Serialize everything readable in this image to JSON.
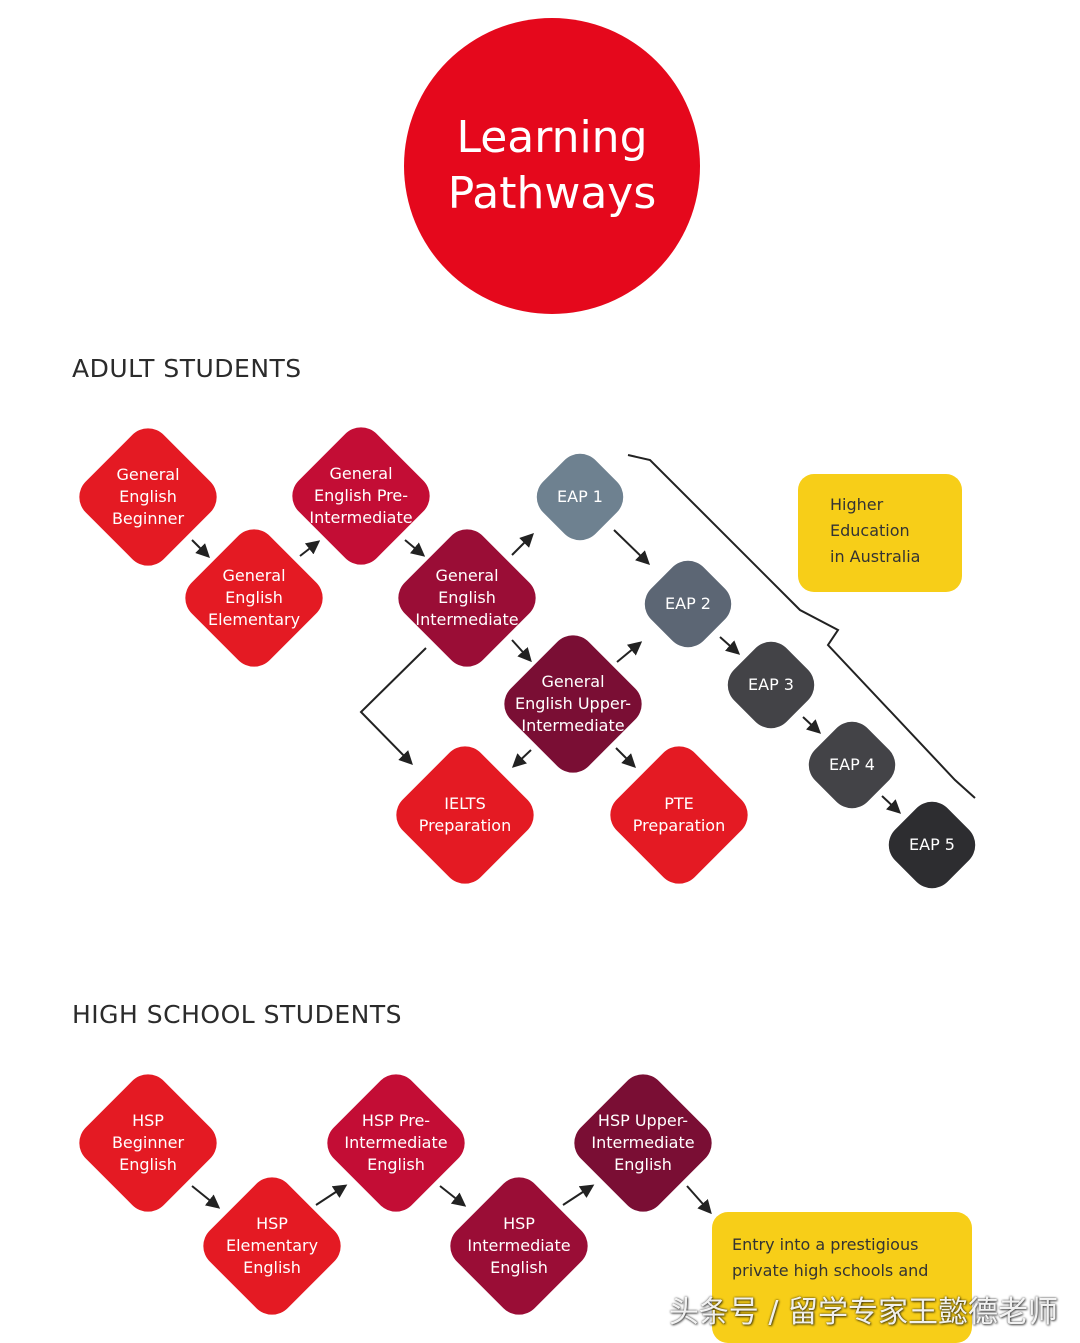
{
  "title": {
    "line1": "Learning",
    "line2": "Pathways"
  },
  "colors": {
    "title_red": "#e5081c",
    "red": "#e41a23",
    "crimson": "#c30d35",
    "maroon": "#9a0d36",
    "plum": "#7a0e34",
    "slate_light": "#6e8190",
    "slate": "#5c6674",
    "charcoal": "#434347",
    "dark": "#2d2d30",
    "yellow": "#f7ce18"
  },
  "adult": {
    "heading": "ADULT  STUDENTS",
    "nodes": [
      {
        "id": "ge-beginner",
        "label": "General\nEnglish\nBeginner",
        "color": "red"
      },
      {
        "id": "ge-elementary",
        "label": "General\nEnglish\nElementary",
        "color": "red"
      },
      {
        "id": "ge-pre-intermediate",
        "label": "General\nEnglish Pre-\nIntermediate",
        "color": "crimson"
      },
      {
        "id": "ge-intermediate",
        "label": "General\nEnglish\nIntermediate",
        "color": "maroon"
      },
      {
        "id": "ge-upper-intermediate",
        "label": "General\nEnglish Upper-\nIntermediate",
        "color": "plum"
      },
      {
        "id": "ielts",
        "label": "IELTS\nPreparation",
        "color": "red"
      },
      {
        "id": "pte",
        "label": "PTE\nPreparation",
        "color": "red"
      },
      {
        "id": "eap1",
        "label": "EAP 1",
        "color": "slate_light"
      },
      {
        "id": "eap2",
        "label": "EAP 2",
        "color": "slate"
      },
      {
        "id": "eap3",
        "label": "EAP 3",
        "color": "charcoal"
      },
      {
        "id": "eap4",
        "label": "EAP 4",
        "color": "charcoal"
      },
      {
        "id": "eap5",
        "label": "EAP 5",
        "color": "dark"
      }
    ],
    "outcome": "Higher\nEducation\nin Australia"
  },
  "high_school": {
    "heading": "HIGH SCHOOL STUDENTS",
    "nodes": [
      {
        "id": "hsp-beginner",
        "label": "HSP\nBeginner\nEnglish",
        "color": "red"
      },
      {
        "id": "hsp-elementary",
        "label": "HSP\nElementary\nEnglish",
        "color": "red"
      },
      {
        "id": "hsp-pre-intermediate",
        "label": "HSP Pre-\nIntermediate\nEnglish",
        "color": "crimson"
      },
      {
        "id": "hsp-intermediate",
        "label": "HSP\nIntermediate\nEnglish",
        "color": "maroon"
      },
      {
        "id": "hsp-upper-intermediate",
        "label": "HSP Upper-\nIntermediate\nEnglish",
        "color": "plum"
      }
    ],
    "outcome": "Entry into a prestigious\nprivate high schools and"
  },
  "watermark": "头条号 / 留学专家王懿德老师"
}
